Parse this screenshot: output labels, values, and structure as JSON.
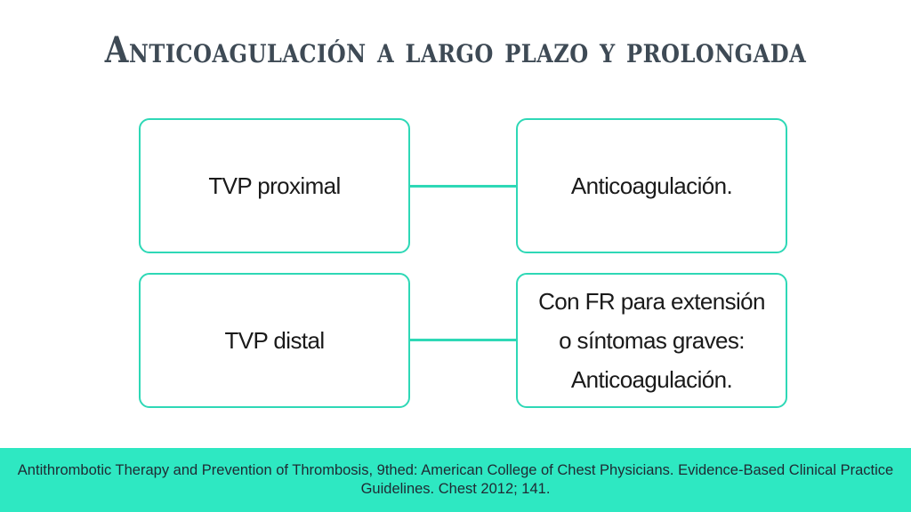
{
  "title": "Anticoagulación a largo plazo y prolongada",
  "rows": [
    {
      "left_label": "TVP proximal",
      "right_lines": [
        "Anticoagulación."
      ]
    },
    {
      "left_label": "TVP distal",
      "right_lines": [
        "Con FR para extensión",
        "o síntomas graves:",
        "Anticoagulación."
      ]
    }
  ],
  "footer": {
    "citation": "Antithrombotic Therapy and Prevention of Thrombosis, 9thed: American College of Chest Physicians. Evidence-Based Clinical Practice Guidelines. Chest 2012; 141."
  },
  "colors": {
    "accent": "#2ed8b6",
    "footer_bg": "#2ee8c2",
    "title_text": "#3e4a55"
  }
}
